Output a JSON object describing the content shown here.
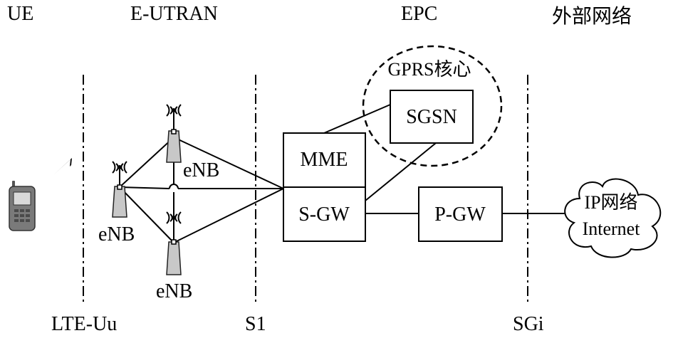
{
  "zones": {
    "ue": "UE",
    "eutran": "E-UTRAN",
    "epc": "EPC",
    "external": "外部网络"
  },
  "interfaces": {
    "lte_uu": "LTE-Uu",
    "s1": "S1",
    "sgi": "SGi"
  },
  "nodes": {
    "enb_left": "eNB",
    "enb_top": "eNB",
    "enb_bottom": "eNB",
    "mme": "MME",
    "sgw": "S-GW",
    "pgw": "P-GW",
    "sgsn": "SGSN",
    "gprs_core": "GPRS核心",
    "ip_network": "IP网络",
    "internet": "Internet"
  },
  "colors": {
    "line": "#000000",
    "phone_body": "#7a7a7a",
    "phone_screen": "#d9d9d9",
    "antenna_fill": "#c8c8c8"
  }
}
